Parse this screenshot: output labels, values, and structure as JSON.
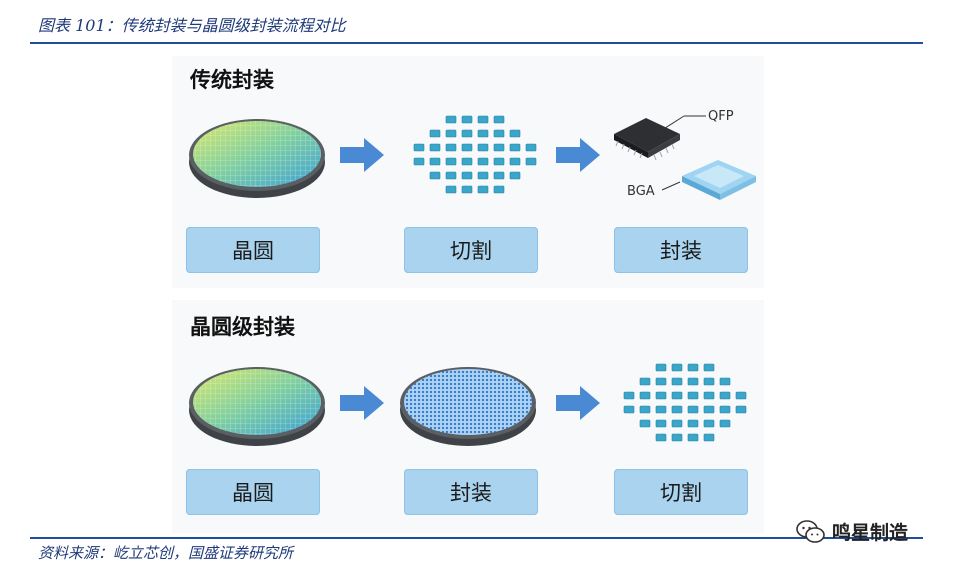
{
  "figure": {
    "caption": "图表 101：传统封装与晶圆级封装流程对比",
    "source": "资料来源：屹立芯创，国盛证券研究所",
    "watermark": "鸣星制造"
  },
  "traditional": {
    "title": "传统封装",
    "steps": [
      "晶圆",
      "切割",
      "封装"
    ],
    "package_labels": {
      "qfp": "QFP",
      "bga": "BGA"
    }
  },
  "wafer_level": {
    "title": "晶圆级封装",
    "steps": [
      "晶圆",
      "封装",
      "切割"
    ]
  },
  "colors": {
    "arrow": "#4a8ad4",
    "label_box": "#a9d3ee",
    "die": "#3aa6c9",
    "caption": "#1f3a7a"
  }
}
